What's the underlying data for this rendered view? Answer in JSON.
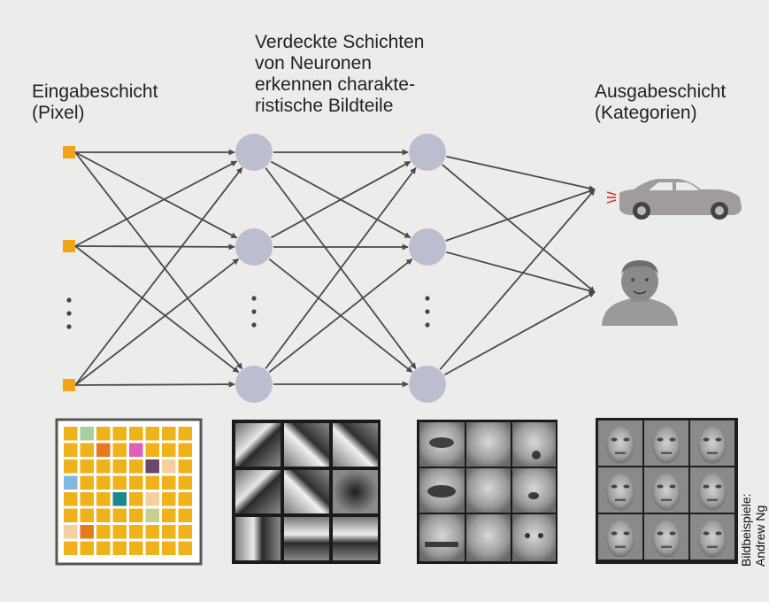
{
  "labels": {
    "input_line1": "Eingabeschicht",
    "input_line2": "(Pixel)",
    "hidden_line1": "Verdeckte Schichten",
    "hidden_line2": "von Neuronen",
    "hidden_line3": "erkennen charakte-",
    "hidden_line4": "ristische Bildteile",
    "output_line1": "Ausgabeschicht",
    "output_line2": "(Kategorien)"
  },
  "credit": {
    "line1": "Bildbeispiele:",
    "line2": "Andrew Ng"
  },
  "colors": {
    "background": "#ececea",
    "input_node": "#f0a418",
    "hidden_node": "#bcbed0",
    "arrow": "#4a4a4a",
    "pixel_cell": "#f0b21a"
  },
  "icons": {
    "output_1": "car-icon",
    "output_2": "person-icon"
  }
}
